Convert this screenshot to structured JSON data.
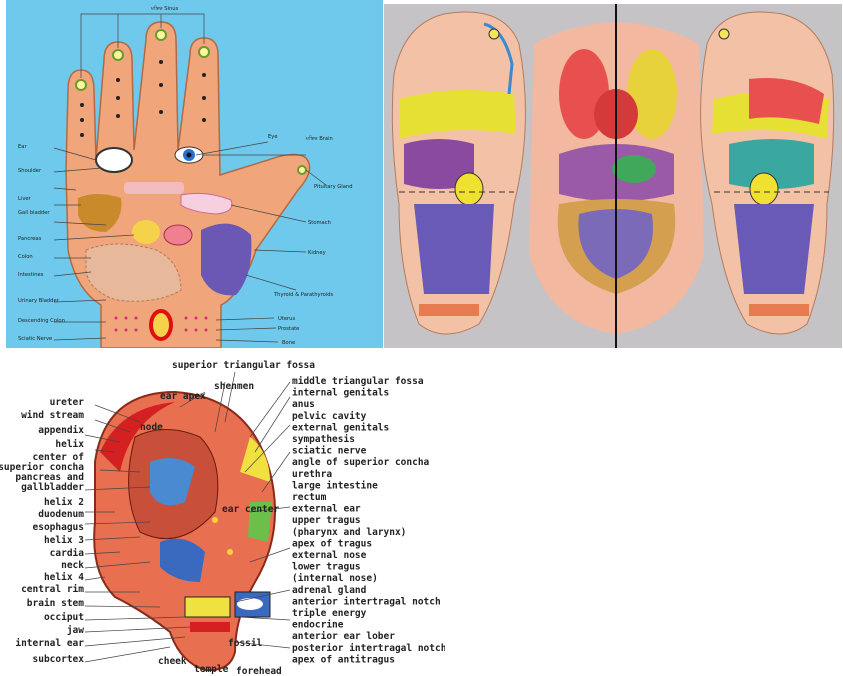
{
  "hand": {
    "labels": [
      {
        "text": "মস্তিষ্ক Sinus"
      },
      {
        "text": "মস্তিষ্ক Brain"
      },
      {
        "text": "Eye"
      },
      {
        "text": "Ear"
      },
      {
        "text": "Shoulder"
      },
      {
        "text": "Liver"
      },
      {
        "text": "Gall bladder"
      },
      {
        "text": "Pancreas"
      },
      {
        "text": "Colon"
      },
      {
        "text": "Intestines"
      },
      {
        "text": "Urinary Bladder"
      },
      {
        "text": "Descending Colon"
      },
      {
        "text": "Sciatic Nerve"
      },
      {
        "text": "Pituitary Gland"
      },
      {
        "text": "Stomach"
      },
      {
        "text": "Kidney"
      },
      {
        "text": "Thyroid & Parathyroids"
      },
      {
        "text": "Uterus"
      },
      {
        "text": "Prostate"
      },
      {
        "text": "Bone"
      }
    ]
  },
  "ear": {
    "left_labels": [
      {
        "text": "ureter"
      },
      {
        "text": "wind stream"
      },
      {
        "text": "appendix"
      },
      {
        "text": "helix"
      },
      {
        "text": "center of"
      },
      {
        "text": "superior concha"
      },
      {
        "text": "pancreas and"
      },
      {
        "text": "gallbladder"
      },
      {
        "text": "helix 2"
      },
      {
        "text": "duodenum"
      },
      {
        "text": "esophagus"
      },
      {
        "text": "helix 3"
      },
      {
        "text": "cardia"
      },
      {
        "text": "neck"
      },
      {
        "text": "helix 4"
      },
      {
        "text": "central rim"
      },
      {
        "text": "brain stem"
      },
      {
        "text": "occiput"
      },
      {
        "text": "jaw"
      },
      {
        "text": "internal ear"
      },
      {
        "text": "subcortex"
      }
    ],
    "top_labels": [
      {
        "text": "superior triangular fossa"
      },
      {
        "text": "shenmen"
      },
      {
        "text": "ear apex"
      }
    ],
    "right_labels": [
      {
        "text": "middle triangular fossa"
      },
      {
        "text": "internal genitals"
      },
      {
        "text": "anus"
      },
      {
        "text": "pelvic cavity"
      },
      {
        "text": "external genitals"
      },
      {
        "text": "sympathesis"
      },
      {
        "text": "sciatic nerve"
      },
      {
        "text": "angle of superior concha"
      },
      {
        "text": "urethra"
      },
      {
        "text": "large intestine"
      },
      {
        "text": "rectum"
      },
      {
        "text": "external ear"
      },
      {
        "text": "upper tragus"
      },
      {
        "text": "(pharynx and larynx)"
      },
      {
        "text": "apex of tragus"
      },
      {
        "text": "external nose"
      },
      {
        "text": "lower tragus"
      },
      {
        "text": "(internal nose)"
      },
      {
        "text": "adrenal gland"
      },
      {
        "text": "anterior intertragal notch"
      },
      {
        "text": "triple energy"
      },
      {
        "text": "endocrine"
      },
      {
        "text": "anterior ear lober"
      },
      {
        "text": "posterior intertragal notch"
      },
      {
        "text": "apex of antitragus"
      }
    ],
    "bottom_labels": [
      {
        "text": "cheek"
      },
      {
        "text": "temple"
      },
      {
        "text": "forehead"
      },
      {
        "text": "fossil"
      }
    ],
    "inner_labels": [
      {
        "text": "node"
      },
      {
        "text": "ear center"
      }
    ]
  },
  "colors": {
    "hand_bg": "#6fc9ec",
    "skin": "#f0a67a",
    "foot_bg": "#c6c3c6",
    "ear_red": "#d8452e"
  }
}
